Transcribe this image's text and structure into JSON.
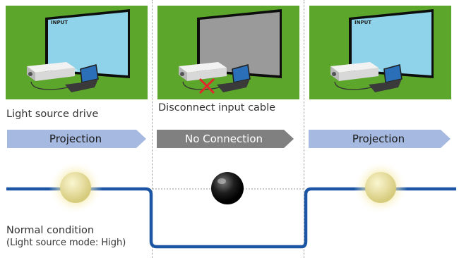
{
  "panels": [
    {
      "screen_label": "INPUT",
      "arrow_label": "Projection",
      "arrow_color": "#a6b9e0",
      "lamp_state": "on"
    },
    {
      "screen_label": "",
      "arrow_label": "No Connection",
      "arrow_color": "#808080",
      "lamp_state": "off"
    },
    {
      "screen_label": "INPUT",
      "arrow_label": "Projection",
      "arrow_color": "#a6b9e0",
      "lamp_state": "on"
    }
  ],
  "labels": {
    "light_source_drive": "Light source drive",
    "disconnect": "Disconnect input cable",
    "normal_condition": "Normal condition",
    "light_source_mode": "(Light source mode: High)"
  },
  "colors": {
    "grass": "#5da62c",
    "line": "#1b55a3",
    "screen_on": "#8fd3ea",
    "screen_off": "#9a9a9a",
    "lamp_glow": "#f3e9a6"
  },
  "icons": [
    "projector-icon",
    "laptop-icon",
    "disconnect-x-icon",
    "lamp-on-icon",
    "lamp-off-icon"
  ]
}
